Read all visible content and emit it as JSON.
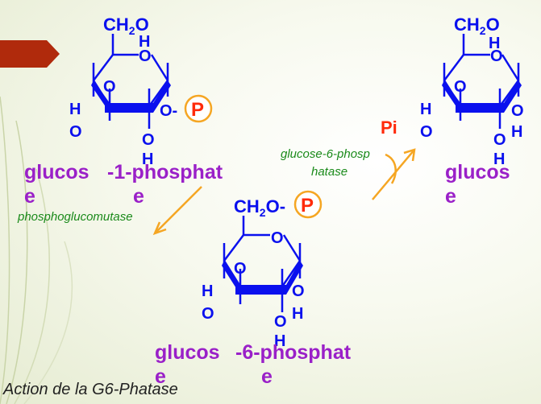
{
  "slide": {
    "footer": "Action de la G6-Phatase"
  },
  "molecule_top_left": {
    "ch2o": "CH",
    "ch2o_sub": "2",
    "ch2o_tail": "O",
    "h_top": "H",
    "o_ring": "O",
    "o_left": "O",
    "ho_h": "H",
    "ho_o": "O",
    "o_phos": "O-",
    "p": "P",
    "oh_o": "O",
    "oh_h": "H",
    "name_a": "glucos",
    "name_a2": "e",
    "name_b": "-1-phosphat",
    "name_b2": "e"
  },
  "molecule_right": {
    "ch2o": "CH",
    "ch2o_sub": "2",
    "ch2o_tail": "O",
    "h_top": "H",
    "o_ring": "O",
    "o_left": "O",
    "ho_h": "H",
    "ho_o": "O",
    "o_right": "O",
    "oh_o": "O",
    "oh_h": "H",
    "oh_h2": "H",
    "name_a": "glucos",
    "name_a2": "e"
  },
  "molecule_bottom": {
    "ch2o": "CH",
    "ch2o_sub": "2",
    "ch2o_tail": "O-",
    "p": "P",
    "o_ring": "O",
    "o_left": "O",
    "ho_h": "H",
    "ho_o": "O",
    "o_right": "O",
    "oh_o": "O",
    "oh_h": "H",
    "oh_h2": "H",
    "name_a": "glucos",
    "name_a2": "e",
    "name_b": "-6-phosphat",
    "name_b2": "e"
  },
  "enzymes": {
    "mutase": "phosphoglucomutase",
    "g6p_line1": "glucose-6-phosp",
    "g6p_line2": "hatase",
    "pi": "Pi"
  },
  "colors": {
    "structure": "#0a10ee",
    "name": "#9a20c8",
    "enzyme": "#1a8a1a",
    "phosphate": "#ff2a0a",
    "arrow": "#f5a623",
    "ribbon": "#b02a0c"
  }
}
